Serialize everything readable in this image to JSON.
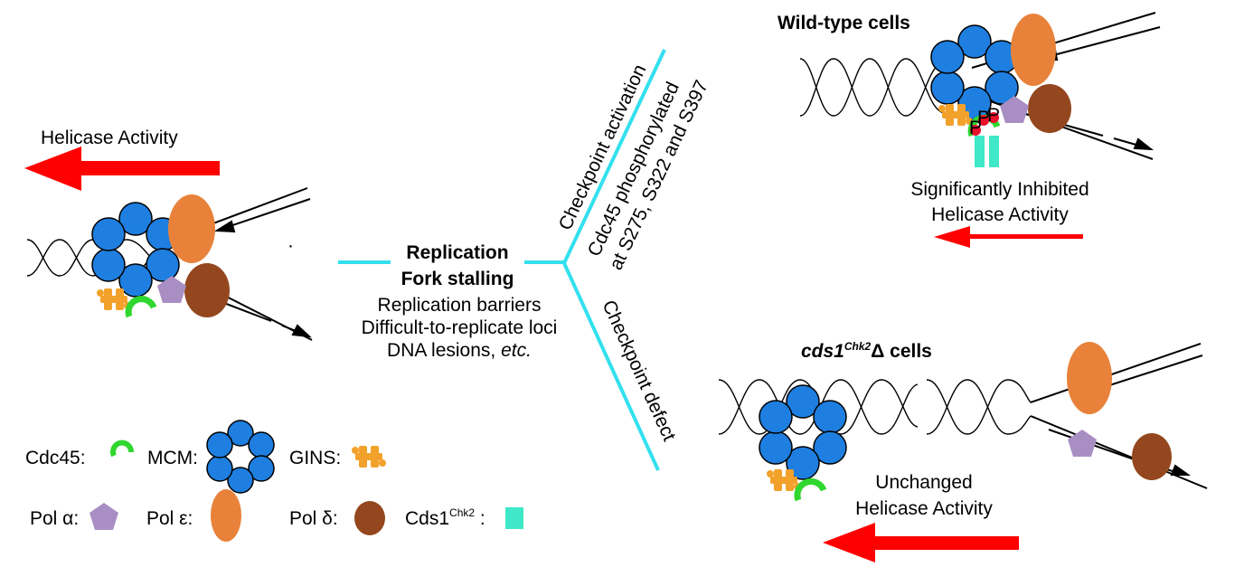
{
  "colors": {
    "red_arrow": "#ff0000",
    "cyan_branch": "#33e0ee",
    "mcm_blue": "#1e7fe0",
    "pol_epsilon_orange": "#e8823a",
    "pol_delta_brown": "#94471e",
    "pol_alpha_purple": "#a98ec4",
    "gins_orange": "#f2a22b",
    "cdc45_green": "#2fd72f",
    "cds1_teal": "#3ee8c8",
    "phospho_red": "#e8102a"
  },
  "left_panel": {
    "helicase_label": "Helicase Activity"
  },
  "center": {
    "title_line1": "Replication",
    "title_line2": "Fork stalling",
    "cause1": "Replication barriers",
    "cause2": "Difficult-to-replicate loci",
    "cause3_main": "DNA lesions, ",
    "cause3_italic": "etc."
  },
  "branches": {
    "upper_label": "Checkpoint activation",
    "upper_detail_line1": "Cdc45 phosphorylated",
    "upper_detail_line2": "at S275, S322 and S397",
    "lower_label": "Checkpoint defect"
  },
  "wild_type": {
    "title": "Wild-type cells",
    "phospho_mark": "P",
    "result_line1": "Significantly Inhibited",
    "result_line2": "Helicase Activity"
  },
  "mutant": {
    "title_italic": "cds1",
    "title_superscript": "Chk2",
    "title_rest": "Δ cells",
    "result_line1": "Unchanged",
    "result_line2": "Helicase Activity"
  },
  "legend": {
    "cdc45": "Cdc45:",
    "mcm": "MCM:",
    "gins": "GINS:",
    "pol_alpha": "Pol α:",
    "pol_epsilon": "Pol ε:",
    "pol_delta": "Pol δ:",
    "cds1_main": "Cds1",
    "cds1_sup": "Chk2",
    "cds1_colon": " :"
  }
}
